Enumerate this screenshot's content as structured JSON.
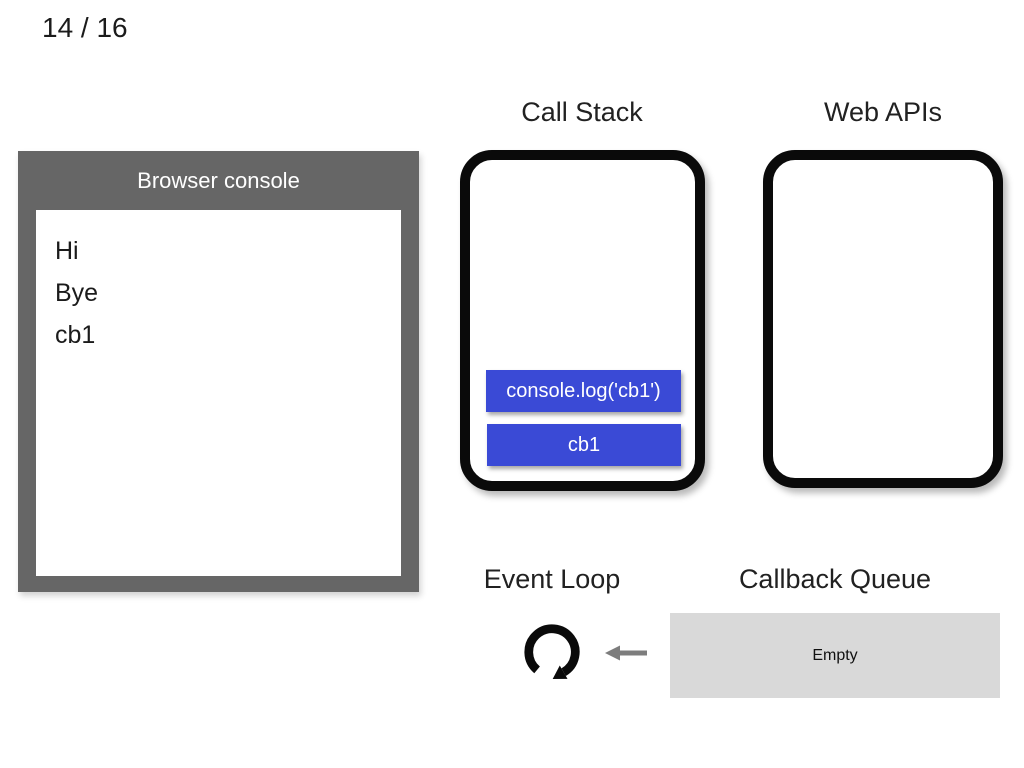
{
  "slide": {
    "counter": "14 / 16"
  },
  "browser_console": {
    "title": "Browser console",
    "lines": [
      "Hi",
      "Bye",
      "cb1"
    ]
  },
  "call_stack": {
    "title": "Call Stack",
    "frames": [
      "console.log('cb1')",
      "cb1"
    ]
  },
  "web_apis": {
    "title": "Web APIs"
  },
  "event_loop": {
    "title": "Event Loop"
  },
  "callback_queue": {
    "title": "Callback Queue",
    "content": "Empty"
  },
  "icons": {
    "event_loop": "clockwise-loop-arrow-icon",
    "queue_to_loop": "left-arrow-icon"
  },
  "colors": {
    "frame_blue": "#3A4AD6",
    "console_gray": "#666666",
    "queue_gray": "#D9D9D9",
    "arrow_gray": "#7D7D7D",
    "box_border_black": "#0A0A0A"
  }
}
